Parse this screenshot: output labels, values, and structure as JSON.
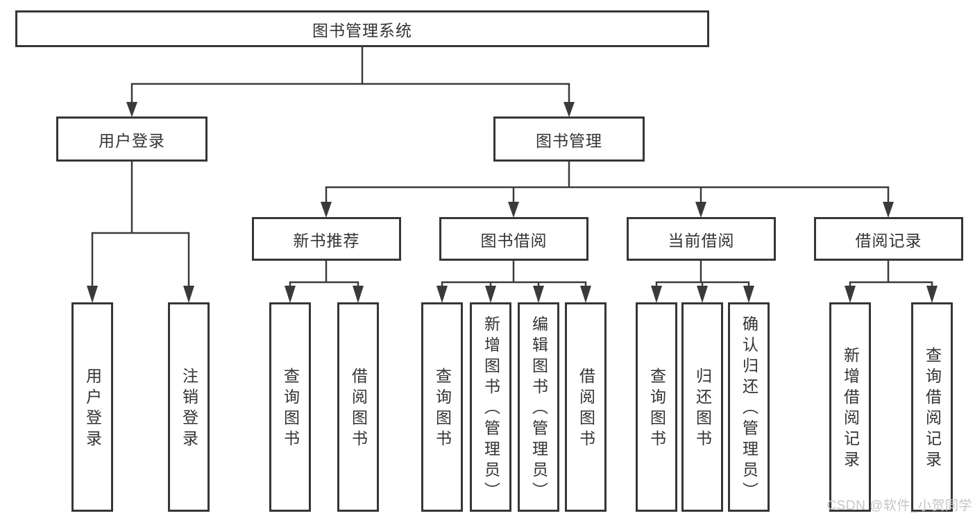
{
  "tree": {
    "root": {
      "label": "图书管理系统"
    },
    "branches": [
      {
        "label": "用户登录",
        "children": [
          {
            "label": "用户登录"
          },
          {
            "label": "注销登录"
          }
        ]
      },
      {
        "label": "图书管理",
        "children": [
          {
            "label": "新书推荐",
            "children": [
              {
                "label": "查询图书"
              },
              {
                "label": "借阅图书"
              }
            ]
          },
          {
            "label": "图书借阅",
            "children": [
              {
                "label": "查询图书"
              },
              {
                "label": "新增图书（管理员）"
              },
              {
                "label": "编辑图书（管理员）"
              },
              {
                "label": "借阅图书"
              }
            ]
          },
          {
            "label": "当前借阅",
            "children": [
              {
                "label": "查询图书"
              },
              {
                "label": "归还图书"
              },
              {
                "label": "确认归还（管理员）"
              }
            ]
          },
          {
            "label": "借阅记录",
            "children": [
              {
                "label": "新增借阅记录"
              },
              {
                "label": "查询借阅记录"
              }
            ]
          }
        ]
      }
    ]
  },
  "watermark": {
    "text": "CSDN @软件_小贺同学",
    "color": "#c6c6c6"
  },
  "colors": {
    "line": "#3a3a3a",
    "box_border": "#363636",
    "text": "#333333",
    "background": "#ffffff"
  }
}
